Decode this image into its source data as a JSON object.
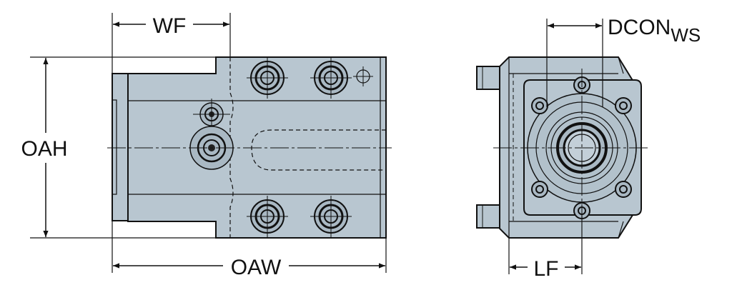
{
  "labels": {
    "wf": "WF",
    "oah": "OAH",
    "oaw": "OAW",
    "lf": "LF",
    "dcon": "DCON",
    "dcon_sub": "WS"
  },
  "colors": {
    "body_fill": "#b8c6d0",
    "line": "#111111",
    "background": "#ffffff"
  }
}
